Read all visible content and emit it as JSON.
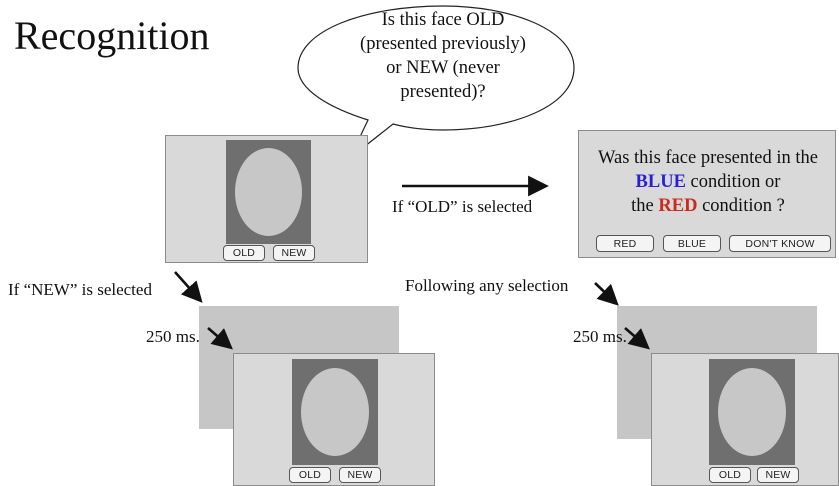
{
  "title": "Recognition",
  "speech_bubble": {
    "lines": [
      "Is this face OLD",
      "(presented previously)",
      "or NEW (never",
      "presented)?"
    ]
  },
  "buttons": {
    "old": "OLD",
    "new": "NEW",
    "red": "RED",
    "blue": "BLUE",
    "dont_know": "DON'T KNOW"
  },
  "labels": {
    "if_old": "If “OLD” is selected",
    "if_new": "If “NEW” is selected",
    "following_any": "Following any selection",
    "delay_left": "250 ms.",
    "delay_right": "250 ms."
  },
  "condition_question": {
    "line1": "Was this face presented in the",
    "blue_word": "BLUE",
    "line2_rest": " condition or",
    "line3_prefix": "the ",
    "red_word": "RED",
    "line3_rest": " condition ?"
  }
}
